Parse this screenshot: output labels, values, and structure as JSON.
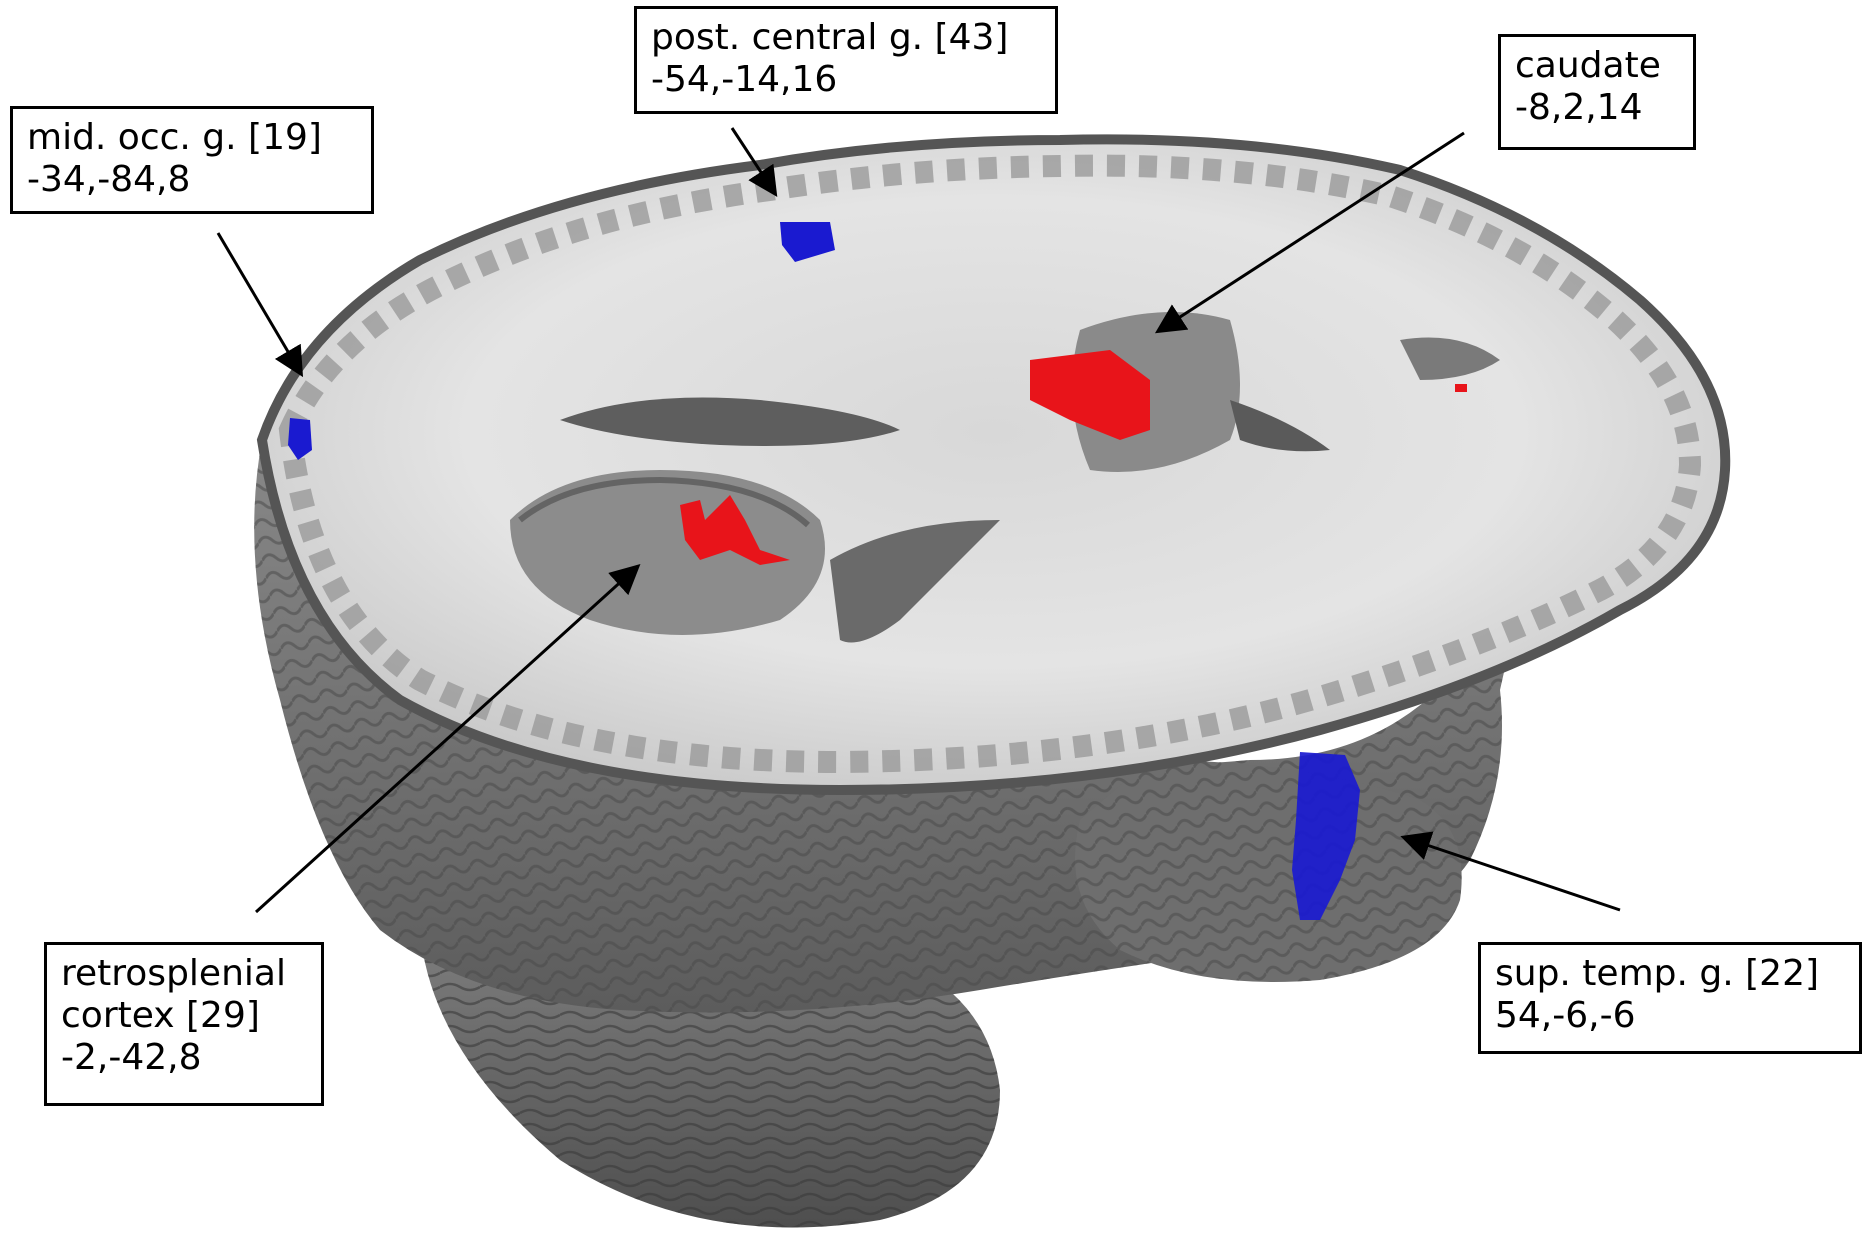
{
  "colors": {
    "background": "#ffffff",
    "activation_positive": "#e8141a",
    "activation_negative": "#1a1ad0",
    "white_matter": "#e9e9e9",
    "gray_matter": "#7a7a7a",
    "label_border": "#000000"
  },
  "labels": {
    "mid_occ": {
      "name": "mid. occ. g. [19]",
      "coords": "-34,-84,8"
    },
    "post_central": {
      "name": "post. central g. [43]",
      "coords": "-54,-14,16"
    },
    "caudate": {
      "name": "caudate",
      "coords": "-8,2,14"
    },
    "retrosplenial": {
      "line1": "retrosplenial",
      "line2": "cortex [29]",
      "coords": "-2,-42,8"
    },
    "sup_temp": {
      "name": "sup. temp. g. [22]",
      "coords": "54,-6,-6"
    }
  }
}
